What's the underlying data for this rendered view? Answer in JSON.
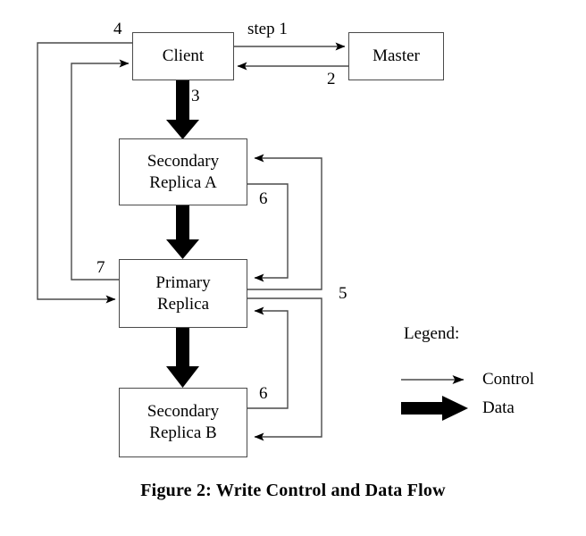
{
  "figure": {
    "caption": "Figure 2:  Write Control and Data Flow",
    "nodes": {
      "client": {
        "label": "Client",
        "lines": [
          "Client"
        ]
      },
      "master": {
        "label": "Master",
        "lines": [
          "Master"
        ]
      },
      "secondary_a": {
        "label": "Secondary Replica A",
        "lines": [
          "Secondary",
          "Replica A"
        ]
      },
      "primary": {
        "label": "Primary Replica",
        "lines": [
          "Primary",
          "Replica"
        ]
      },
      "secondary_b": {
        "label": "Secondary Replica B",
        "lines": [
          "Secondary",
          "Replica B"
        ]
      }
    },
    "edge_labels": {
      "step1": "step 1",
      "two": "2",
      "three": "3",
      "four": "4",
      "five": "5",
      "six_a": "6",
      "six_b": "6",
      "seven": "7"
    },
    "legend": {
      "title": "Legend:",
      "control_label": "Control",
      "data_label": "Data"
    },
    "colors": {
      "stroke": "#4a4a4a",
      "data_arrow": "#000000",
      "text": "#000000",
      "background": "#ffffff"
    }
  }
}
